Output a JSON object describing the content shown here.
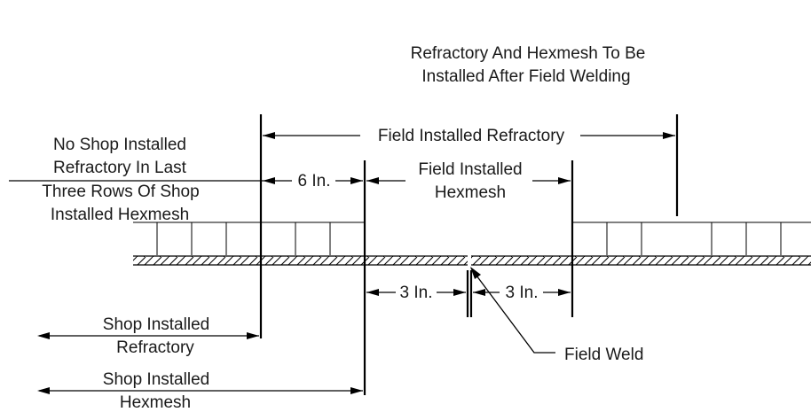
{
  "labels": {
    "title_line1": "Refractory And Hexmesh To Be",
    "title_line2": "Installed After Field Welding",
    "field_refractory": "Field Installed Refractory",
    "no_shop_line1": "No Shop Installed",
    "no_shop_line2": "Refractory In Last",
    "no_shop_line3": "Three Rows Of Shop",
    "no_shop_line4": "Installed Hexmesh",
    "six_in": "6 In.",
    "field_hexmesh_line1": "Field Installed",
    "field_hexmesh_line2": "Hexmesh",
    "three_in_left": "3 In.",
    "three_in_right": "3 In.",
    "field_weld": "Field Weld",
    "shop_refractory_line1": "Shop Installed",
    "shop_refractory_line2": "Refractory",
    "shop_hexmesh_line1": "Shop Installed",
    "shop_hexmesh_line2": "Hexmesh"
  }
}
